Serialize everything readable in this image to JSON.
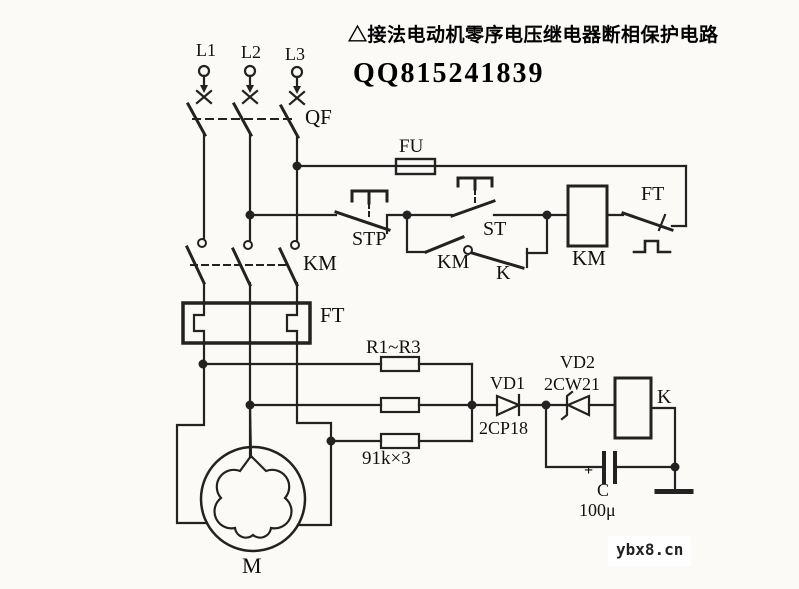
{
  "header": {
    "title": "△接法电动机零序电压继电器断相保护电路",
    "qq": "QQ815241839"
  },
  "supply_terminals": {
    "l1": "L1",
    "l2": "L2",
    "l3": "L3"
  },
  "power_circuit": {
    "breaker": "QF",
    "contactor_main": "KM",
    "thermal_heater": "FT",
    "motor": "M"
  },
  "control_circuit": {
    "fuse": "FU",
    "stop_button": "STP",
    "start_button": "ST",
    "contactor_aux": "KM",
    "relay_contact": "K",
    "contactor_coil": "KM",
    "thermal_contact": "FT"
  },
  "detector_circuit": {
    "resistors": "R1~R3",
    "resistors_value": "91k×3",
    "diode": "VD1",
    "diode_model": "2CP18",
    "zener": "VD2",
    "zener_model": "2CW21",
    "relay_coil": "K",
    "capacitor": "C",
    "capacitor_value": "100μ",
    "capacitor_polarity": "+"
  },
  "watermark": "ybx8.cn",
  "colors": {
    "line": "#222222",
    "background": "#fbfaf7",
    "text": "#111111"
  }
}
